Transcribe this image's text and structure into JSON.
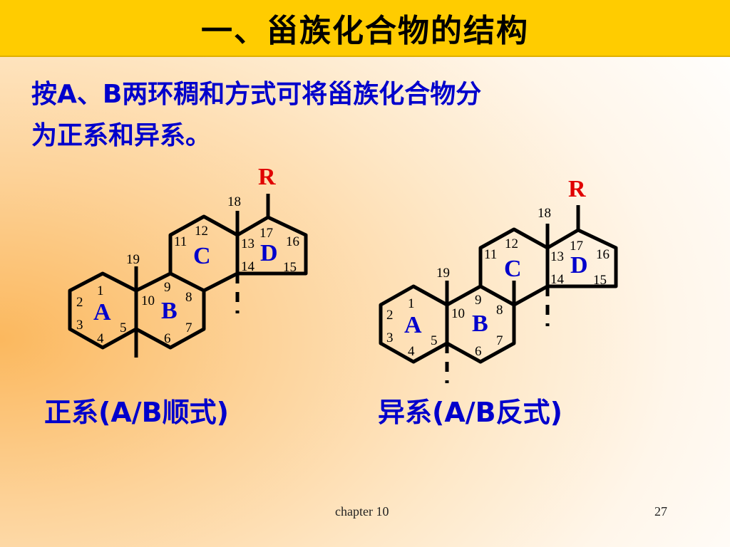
{
  "title": "一、甾族化合物的结构",
  "intro": {
    "line1": "按A、B两环稠和方式可将甾族化合物分",
    "line2": "为正系和异系。"
  },
  "structures": [
    {
      "caption": "正系(A/B顺式)",
      "substituent": "R",
      "rings": {
        "a": "A",
        "b": "B",
        "c": "C",
        "d": "D"
      },
      "positions": [
        "1",
        "2",
        "3",
        "4",
        "5",
        "6",
        "7",
        "8",
        "9",
        "10",
        "11",
        "12",
        "13",
        "14",
        "15",
        "16",
        "17",
        "18",
        "19"
      ]
    },
    {
      "caption": "异系(A/B反式)",
      "substituent": "R",
      "rings": {
        "a": "A",
        "b": "B",
        "c": "C",
        "d": "D"
      },
      "positions": [
        "1",
        "2",
        "3",
        "4",
        "5",
        "6",
        "7",
        "8",
        "9",
        "10",
        "11",
        "12",
        "13",
        "14",
        "15",
        "16",
        "17",
        "18",
        "19"
      ]
    }
  ],
  "footer": {
    "chapter": "chapter 10",
    "page": "27"
  }
}
